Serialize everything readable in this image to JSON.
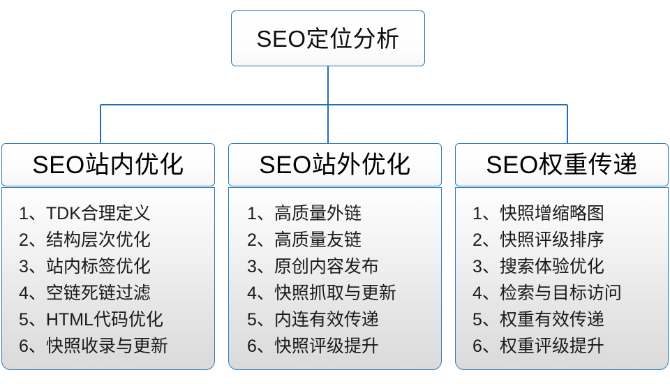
{
  "diagram": {
    "type": "organization-tree",
    "accent_color": "#1f6fb8",
    "border_color": "#2f7bbf",
    "background_color": "#ffffff",
    "body_gradient_from": "#fefefe",
    "body_gradient_to": "#dadada",
    "root": {
      "title": "SEO定位分析"
    },
    "branches": [
      {
        "title": "SEO站内优化",
        "items": [
          "1、TDK合理定义",
          "2、结构层次优化",
          "3、站内标签优化",
          "4、空链死链过滤",
          "5、HTML代码优化",
          "6、快照收录与更新"
        ]
      },
      {
        "title": "SEO站外优化",
        "items": [
          "1、高质量外链",
          "2、高质量友链",
          "3、原创内容发布",
          "4、快照抓取与更新",
          "5、内连有效传递",
          "6、快照评级提升"
        ]
      },
      {
        "title": "SEO权重传递",
        "items": [
          "1、快照增缩略图",
          "2、快照评级排序",
          "3、搜索体验优化",
          "4、检索与目标访问",
          "5、权重有效传递",
          "6、权重评级提升"
        ]
      }
    ]
  }
}
